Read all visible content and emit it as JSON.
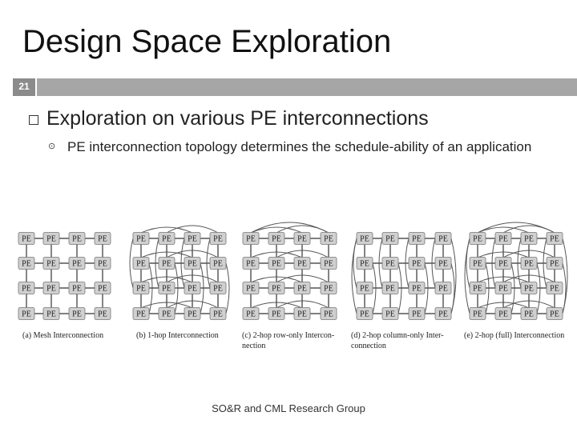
{
  "title": "Design Space Exploration",
  "slide_number": "21",
  "bullet1": "Exploration on various PE interconnections",
  "bullet2": "PE interconnection topology determines the schedule-ability of an application",
  "pe_label": "PE",
  "captions": [
    {
      "lines": [
        "(a) Mesh Interconnection"
      ]
    },
    {
      "lines": [
        "(b) 1-hop Interconnection"
      ]
    },
    {
      "lines": [
        "(c) 2-hop row-only Intercon-",
        "nection"
      ]
    },
    {
      "lines": [
        "(d) 2-hop column-only Inter-",
        "connection"
      ]
    },
    {
      "lines": [
        "(e) 2-hop (full) Interconnection"
      ]
    }
  ],
  "footer": "SO&R and CML Research Group"
}
